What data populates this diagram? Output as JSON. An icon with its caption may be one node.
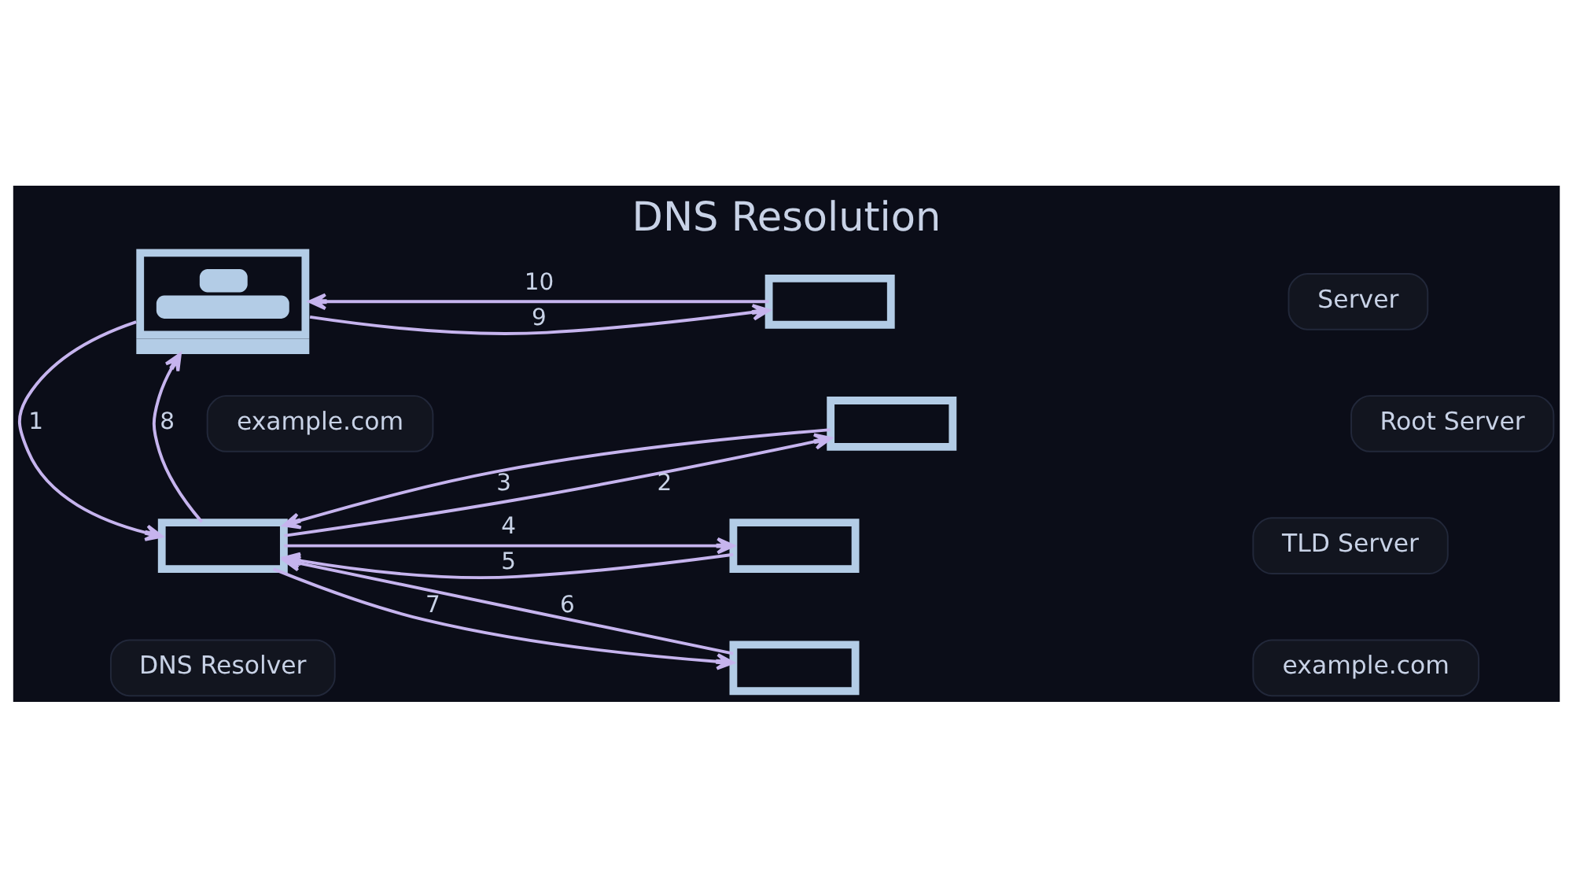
{
  "diagram": {
    "title": "DNS Resolution",
    "nodes": [
      {
        "text": [],
        "shape": "picture"
      },
      {
        "text": [
          "example.com"
        ]
      },
      {
        "text": [],
        "shape": "box"
      },
      {
        "text": [
          "DNS Resolver"
        ]
      },
      {
        "text": [],
        "shape": "box"
      },
      {
        "text": [
          "Server"
        ]
      },
      {
        "text": [],
        "shape": "box"
      },
      {
        "text": [
          "Root Server"
        ]
      },
      {
        "text": [],
        "shape": "box"
      },
      {
        "text": [
          "TLD Server"
        ]
      },
      {
        "text": [],
        "shape": "box"
      },
      {
        "text": [
          "example.com"
        ]
      }
    ],
    "edges": [
      {
        "from": 0,
        "to": 2,
        "arrow": "to",
        "label": "1"
      },
      {
        "from": 2,
        "to": 6,
        "arrow": "to",
        "label": "2"
      },
      {
        "from": 6,
        "to": 2,
        "arrow": "to",
        "label": "3"
      },
      {
        "from": 2,
        "to": 8,
        "arrow": "to",
        "label": "4"
      },
      {
        "from": 8,
        "to": 2,
        "arrow": "to",
        "label": "5"
      },
      {
        "from": 10,
        "to": 2,
        "arrow": "to",
        "label": "6"
      },
      {
        "from": 2,
        "to": 10,
        "arrow": "to",
        "label": "7"
      },
      {
        "from": 2,
        "to": 0,
        "arrow": "to",
        "label": "8"
      },
      {
        "from": 0,
        "to": 4,
        "arrow": "to",
        "label": "9"
      },
      {
        "from": 4,
        "to": 0,
        "arrow": "to",
        "label": "10"
      }
    ]
  }
}
